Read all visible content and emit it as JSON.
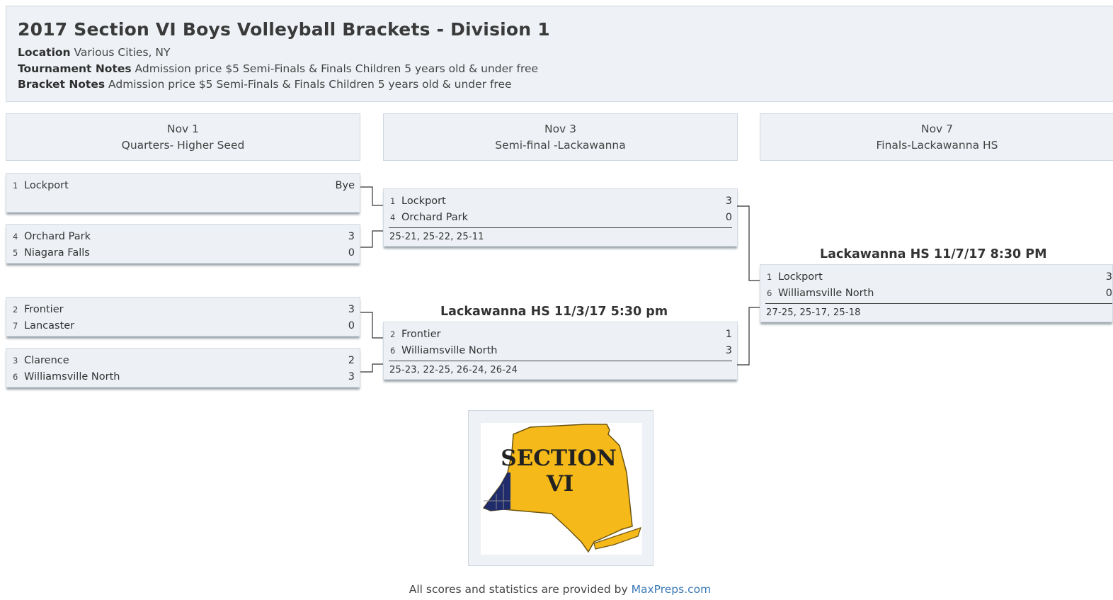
{
  "header": {
    "title": "2017 Section VI Boys Volleyball Brackets - Division 1",
    "location_label": "Location",
    "location_value": "Various Cities, NY",
    "tournament_notes_label": "Tournament Notes",
    "tournament_notes_value": "Admission price $5 Semi-Finals & Finals Children 5 years old  & under free",
    "bracket_notes_label": "Bracket Notes",
    "bracket_notes_value": "Admission price $5 Semi-Finals & Finals Children 5 years old  & under free"
  },
  "rounds": [
    {
      "date": "Nov 1",
      "name": "Quarters- Higher Seed"
    },
    {
      "date": "Nov 3",
      "name": "Semi-final -Lackawanna"
    },
    {
      "date": "Nov 7",
      "name": "Finals-Lackawanna HS"
    }
  ],
  "quarters": [
    {
      "teams": [
        {
          "seed": "1",
          "name": "Lockport",
          "score": "Bye"
        }
      ]
    },
    {
      "teams": [
        {
          "seed": "4",
          "name": "Orchard Park",
          "score": "3"
        },
        {
          "seed": "5",
          "name": "Niagara Falls",
          "score": "0"
        }
      ]
    },
    {
      "teams": [
        {
          "seed": "2",
          "name": "Frontier",
          "score": "3"
        },
        {
          "seed": "7",
          "name": "Lancaster",
          "score": "0"
        }
      ]
    },
    {
      "teams": [
        {
          "seed": "3",
          "name": "Clarence",
          "score": "2"
        },
        {
          "seed": "6",
          "name": "Williamsville North",
          "score": "3"
        }
      ]
    }
  ],
  "semis": [
    {
      "venue": "",
      "teams": [
        {
          "seed": "1",
          "name": "Lockport",
          "score": "3"
        },
        {
          "seed": "4",
          "name": "Orchard Park",
          "score": "0"
        }
      ],
      "set_scores": "25-21, 25-22, 25-11"
    },
    {
      "venue": "Lackawanna HS 11/3/17  5:30 pm",
      "teams": [
        {
          "seed": "2",
          "name": "Frontier",
          "score": "1"
        },
        {
          "seed": "6",
          "name": "Williamsville North",
          "score": "3"
        }
      ],
      "set_scores": "25-23, 22-25, 26-24, 26-24"
    }
  ],
  "final": {
    "venue": "Lackawanna HS 11/7/17 8:30 PM",
    "teams": [
      {
        "seed": "1",
        "name": "Lockport",
        "score": "3"
      },
      {
        "seed": "6",
        "name": "Williamsville North",
        "score": "0"
      }
    ],
    "set_scores": "27-25, 25-17, 25-18"
  },
  "logo": {
    "text_line1": "SECTION",
    "text_line2": "VI"
  },
  "footer": {
    "text": "All scores and statistics are provided by",
    "link": "MaxPreps.com"
  },
  "colors": {
    "panel_bg": "#eef2f6",
    "panel_border": "#cfd7df",
    "link": "#3a78b5",
    "logo_gold": "#f5b919",
    "logo_navy": "#1f2b6b"
  }
}
